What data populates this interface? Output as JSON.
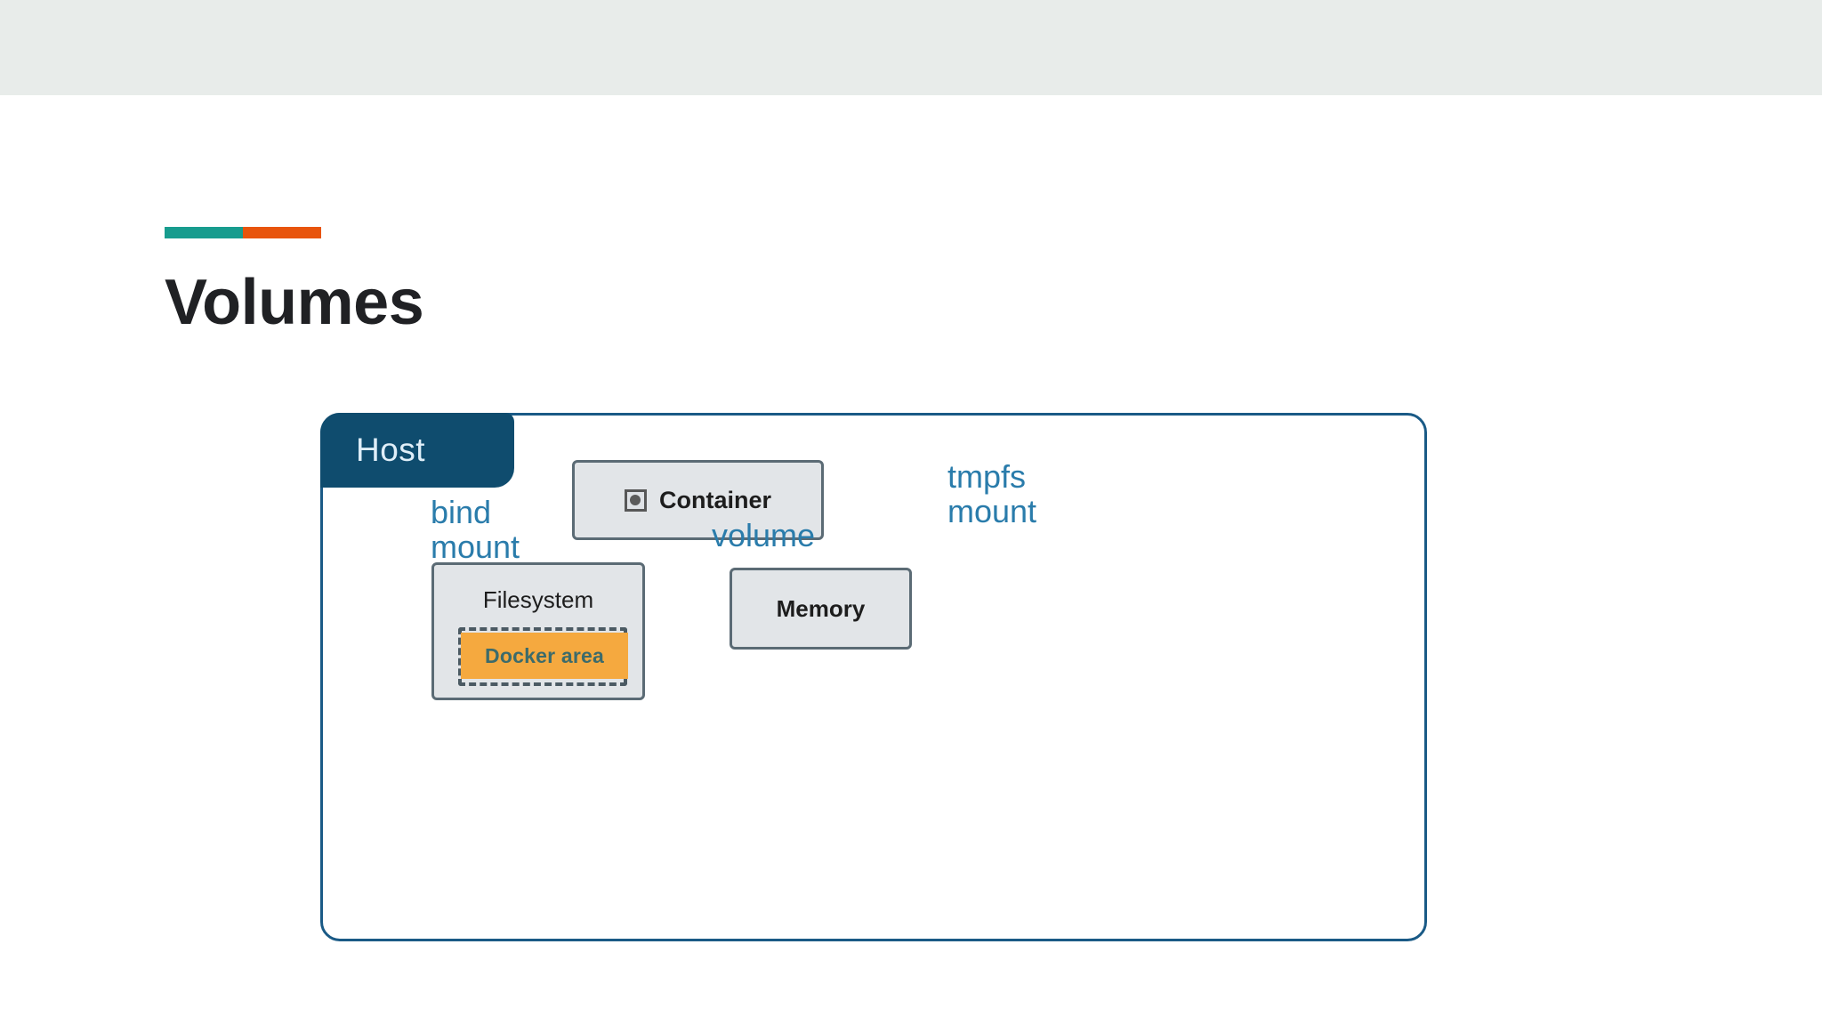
{
  "slide": {
    "title": "Volumes",
    "accent_colors": {
      "teal": "#179c8e",
      "orange": "#e8540c"
    },
    "top_band_color": "#e8ecea",
    "background_color": "#ffffff"
  },
  "diagram": {
    "type": "docker-storage-mount-types",
    "host": {
      "tab_label": "Host",
      "tab_color": "#0f4c6e",
      "border_color": "#1a5a86"
    },
    "nodes": [
      {
        "id": "container",
        "label": "Container",
        "icon": "container-icon",
        "fill": "#e2e5e8",
        "border": "#5b6b75"
      },
      {
        "id": "filesystem",
        "label": "Filesystem",
        "fill": "#e2e5e8",
        "border": "#5b6b75"
      },
      {
        "id": "memory",
        "label": "Memory",
        "fill": "#e2e5e8",
        "border": "#5b6b75"
      }
    ],
    "docker_area": {
      "label": "Docker area",
      "chip_color": "#f5a93f",
      "text_color": "#3c6b6b",
      "dashed_border_color": "#4b5a63"
    },
    "edges": [
      {
        "id": "bind-mount",
        "label": "bind\nmount",
        "from": "container",
        "to": "filesystem",
        "color": "#1f7cad"
      },
      {
        "id": "volume",
        "label": "volume",
        "from": "container",
        "to": "docker-area",
        "color": "#1f7cad"
      },
      {
        "id": "tmpfs-mount",
        "label": "tmpfs\nmount",
        "from": "container",
        "to": "memory",
        "color": "#1f7cad"
      }
    ]
  }
}
